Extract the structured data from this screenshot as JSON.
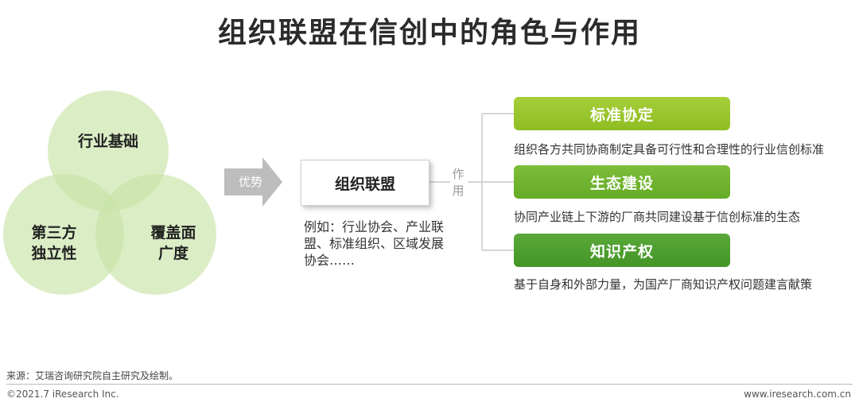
{
  "title": "组织联盟在信创中的角色与作用",
  "venn": {
    "top": "行业基础",
    "left_line1": "第三方",
    "left_line2": "独立性",
    "right_line1": "覆盖面",
    "right_line2": "广度"
  },
  "arrow_label": "优势",
  "org_box": "组织联盟",
  "example": "例如：行业协会、产业联盟、标准组织、区域发展协会……",
  "role_label_line1": "作",
  "role_label_line2": "用",
  "roles": [
    {
      "name": "标准协定",
      "desc": "组织各方共同协商制定具备可行性和合理性的行业信创标准"
    },
    {
      "name": "生态建设",
      "desc": "协同产业链上下游的厂商共同建设基于信创标准的生态"
    },
    {
      "name": "知识产权",
      "desc": "基于自身和外部力量，为国产厂商知识产权问题建言献策"
    }
  ],
  "footer": {
    "source": "来源：艾瑞咨询研究院自主研究及绘制。",
    "copyright": "©2021.7 iResearch Inc.",
    "website": "www.iresearch.com.cn"
  },
  "colors": {
    "circle_fill": "#c8e3a6",
    "pill_1": "#9cc72e",
    "pill_2": "#72b430",
    "pill_3": "#4f9f30",
    "arrow": "#bdbdbd"
  }
}
